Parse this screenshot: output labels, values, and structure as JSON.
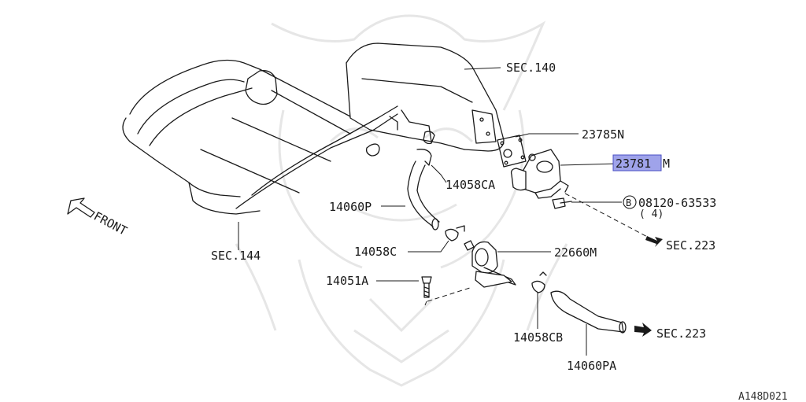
{
  "colors": {
    "highlight": "#9fa3ea",
    "line": "#1a1a1a",
    "watermark": "#e6e6e6"
  },
  "labels": {
    "sec140": "SEC.140",
    "n23785": "23785N",
    "n23781": "23781",
    "n23781_suffix": "M",
    "n14058ca": "14058CA",
    "n14060p": "14060P",
    "n08120": "08120-63533",
    "n08120_circle": "B",
    "n08120_qty": "( 4)",
    "sec223_upper": "SEC.223",
    "n14058c": "14058C",
    "n22660m": "22660M",
    "n14051a": "14051A",
    "sec144": "SEC.144",
    "front": "FRONT",
    "n14058cb": "14058CB",
    "sec223_lower": "SEC.223",
    "n14060pa": "14060PA",
    "diagram_code": "A148D021"
  }
}
